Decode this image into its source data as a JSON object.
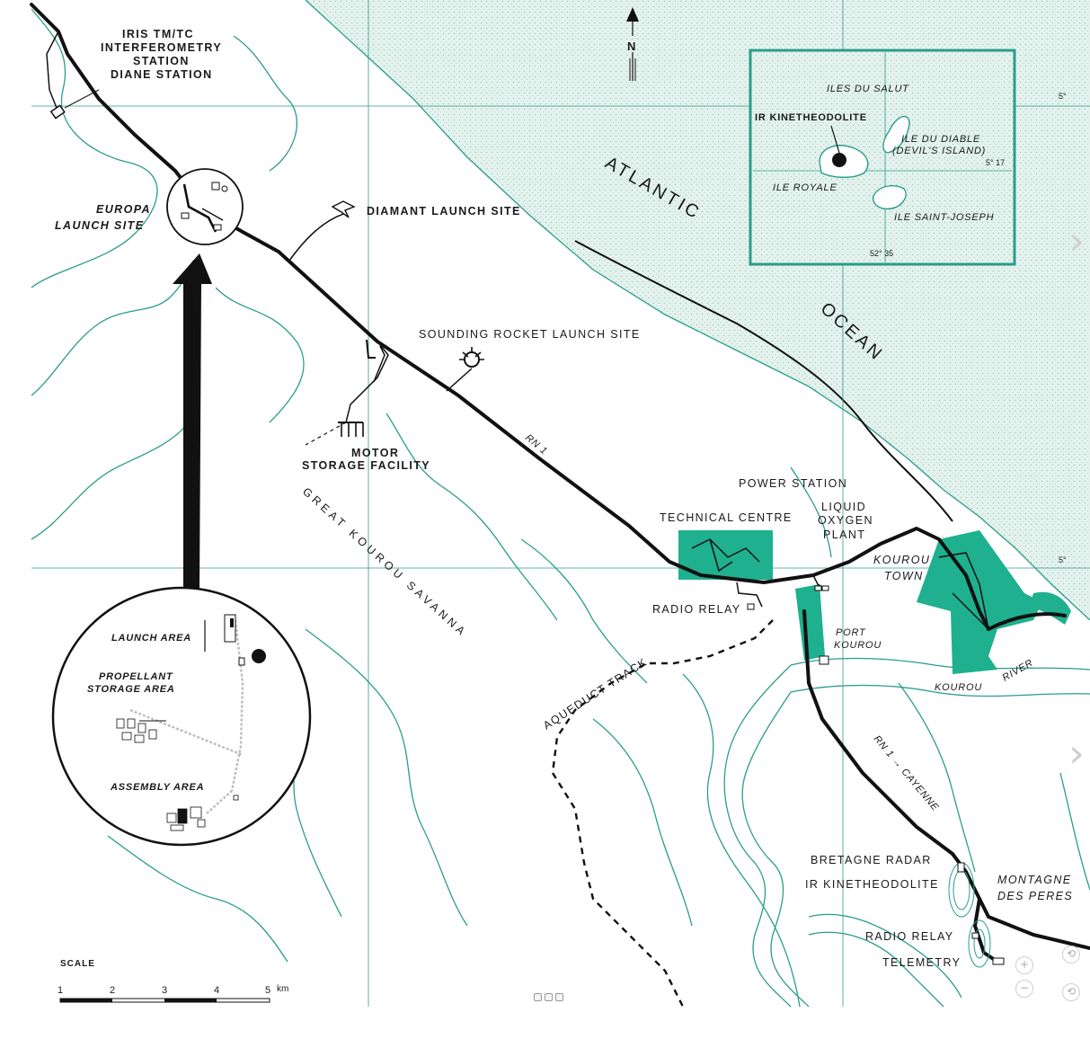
{
  "labels": {
    "iris": [
      "IRIS TM/TC",
      "INTERFEROMETRY",
      "STATION",
      "DIANE STATION"
    ],
    "europa": [
      "EUROPA",
      "LAUNCH SITE"
    ],
    "diamant": "DIAMANT LAUNCH SITE",
    "sounding": "SOUNDING ROCKET LAUNCH SITE",
    "motor": [
      "MOTOR",
      "STORAGE FACILITY"
    ],
    "savanna": "GREAT KOUROU SAVANNA",
    "rn1": "RN 1",
    "technical": "TECHNICAL CENTRE",
    "power": "POWER STATION",
    "lox": [
      "LIQUID",
      "OXYGEN",
      "PLANT"
    ],
    "kourou_town": [
      "KOUROU",
      "TOWN"
    ],
    "radio_relay_1": "RADIO RELAY",
    "port": [
      "PORT",
      "KOUROU"
    ],
    "aqueduct": "AQUEDUCT TRACK",
    "kourou_river": [
      "KOUROU",
      "RIVER"
    ],
    "rn1_cayenne": "RN 1 → CAYENNE",
    "bretagne": "BRETAGNE RADAR",
    "ir_kin": "IR KINETHEODOLITE",
    "montagne": [
      "MONTAGNE",
      "DES PERES"
    ],
    "radio_relay_2": "RADIO RELAY",
    "telemetry": "TELEMETRY",
    "atlantic": "ATLANTIC",
    "ocean": "OCEAN",
    "north": "N"
  },
  "inset_islands": {
    "title": "ILES DU SALUT",
    "ir_kin": "IR KINETHEODOLITE",
    "diable": [
      "ILE DU DIABLE",
      "(DEVIL'S ISLAND)"
    ],
    "royale": "ILE ROYALE",
    "joseph": "ILE SAINT-JOSEPH",
    "lat": "5° 17",
    "lon": "52° 35"
  },
  "inset_europa": {
    "launch": "LAUNCH AREA",
    "propellant": [
      "PROPELLANT",
      "STORAGE AREA"
    ],
    "assembly": "ASSEMBLY AREA"
  },
  "grid_labels": {
    "g1": "5°",
    "g2": "5°"
  },
  "scale": {
    "title": "SCALE",
    "ticks": [
      "1",
      "2",
      "3",
      "4",
      "5"
    ],
    "unit": "km"
  },
  "colors": {
    "sea": "#dff0ea",
    "sea_dot": "#9cc9bb",
    "teal": "#2a9d8a",
    "fill": "#1fb08f",
    "road": "#111111"
  },
  "controls": {
    "zoom_in": "+",
    "zoom_out": "−",
    "reset": "⟲",
    "next": "›",
    "next_icon": "chevron-right-icon",
    "zoom_icon": "zoom-icon"
  }
}
